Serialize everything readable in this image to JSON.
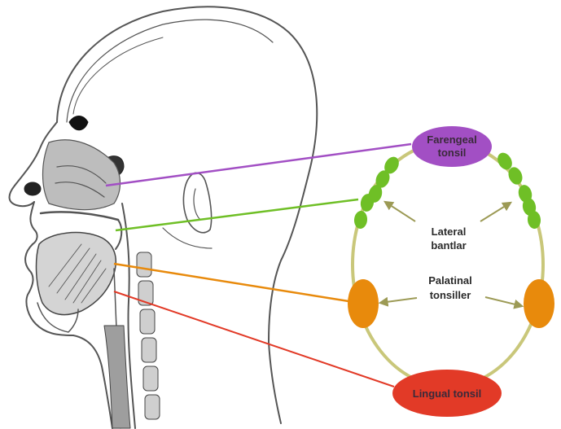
{
  "colors": {
    "pharyngeal": "#a24fc4",
    "lateral": "#6fbf26",
    "palatine": "#e88a0c",
    "lingual": "#e23a27",
    "ring": "#c9c77a",
    "arrow": "#9c9a55",
    "sketch": "#555555"
  },
  "labels": {
    "pharyngeal": [
      "Farengeal",
      "tonsil"
    ],
    "lateral": [
      "Lateral",
      "bantlar"
    ],
    "palatine": [
      "Palatinal",
      "tonsiller"
    ],
    "lingual": "Lingual tonsil"
  },
  "icons": {
    "head": "head-sagittal-section-sketch"
  }
}
